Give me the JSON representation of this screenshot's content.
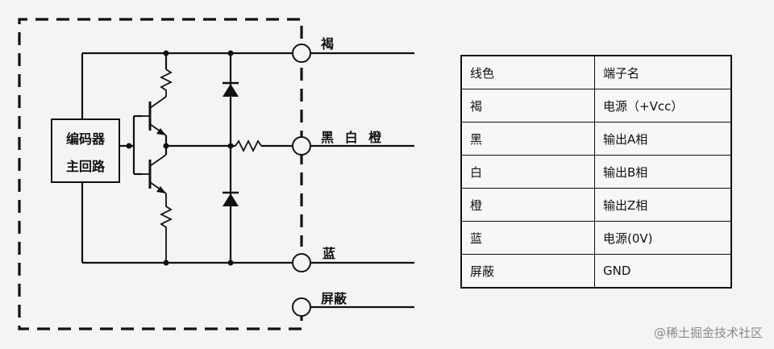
{
  "circuit": {
    "box_label": [
      "编码器",
      "主回路"
    ],
    "terminals": [
      "褐",
      "黑 白 橙",
      "蓝",
      "屏蔽"
    ]
  },
  "terminal_table": {
    "header": [
      "线色",
      "端子名"
    ],
    "rows": [
      [
        "褐",
        "电源（+Vcc）"
      ],
      [
        "黑",
        "输出A相"
      ],
      [
        "白",
        "输出B相"
      ],
      [
        "橙",
        "输出Z相"
      ],
      [
        "蓝",
        "电源(0V)"
      ],
      [
        "屏蔽",
        "GND"
      ]
    ]
  },
  "watermark": "@稀土掘金技术社区"
}
